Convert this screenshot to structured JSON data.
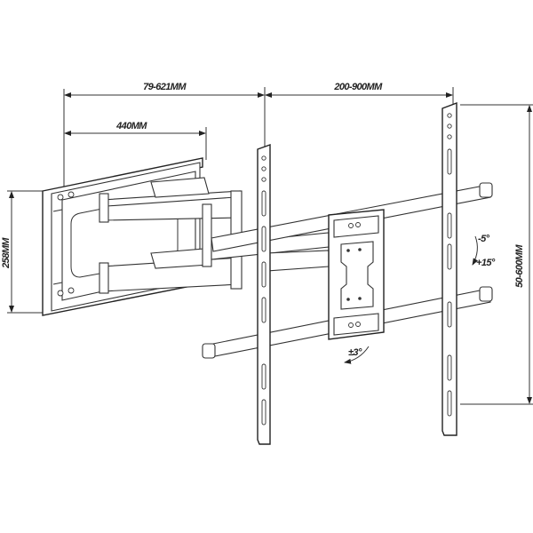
{
  "title": "Full-motion TV wall mount dimension drawing",
  "dimensions": {
    "arm_extension": "79-621MM",
    "arm_depth": "440MM",
    "horizontal_span": "200-900MM",
    "wall_plate_height": "258MM",
    "vertical_span": "50-600MM"
  },
  "adjustments": {
    "tilt_up": "-5°",
    "tilt_down": "+15°",
    "rotation": "±3°"
  },
  "colors": {
    "line": "#333333",
    "background": "#ffffff"
  }
}
